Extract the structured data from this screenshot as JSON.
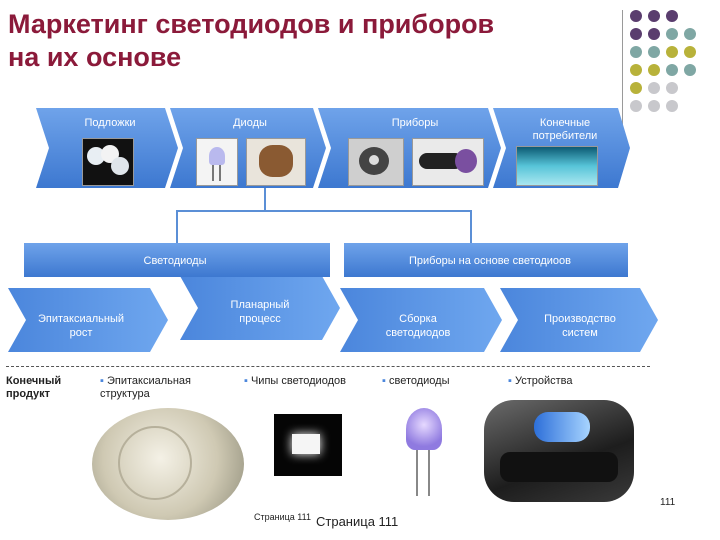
{
  "title": {
    "line1": "Маркетинг  светодиодов и приборов",
    "line2": "на их основе"
  },
  "decor": {
    "purple": "#5a3d6e",
    "teal": "#7fa7a4",
    "olive": "#b8b23a",
    "gray": "#c8c8cc"
  },
  "chain": {
    "stages": [
      {
        "label": "Подложки"
      },
      {
        "label": "Диоды"
      },
      {
        "label": "Приборы"
      },
      {
        "label": "Конечные потребители"
      }
    ]
  },
  "bars": {
    "left": "Светодиоды",
    "right": "Приборы на основе  светодиоов"
  },
  "processes": [
    {
      "label": "Эпитаксиальный рост"
    },
    {
      "label": "Планарный процесс"
    },
    {
      "label": "Сборка светодиодов"
    },
    {
      "label": "Производство систем"
    }
  ],
  "product": {
    "heading": "Конечный продукт",
    "items": [
      "Эпитаксиальная структура",
      "Чипы светодиодов",
      "светодиоды",
      "Устройства"
    ]
  },
  "footer": {
    "page_number": "111",
    "page_small": "Страница 111",
    "page_large": "Страница 111"
  }
}
